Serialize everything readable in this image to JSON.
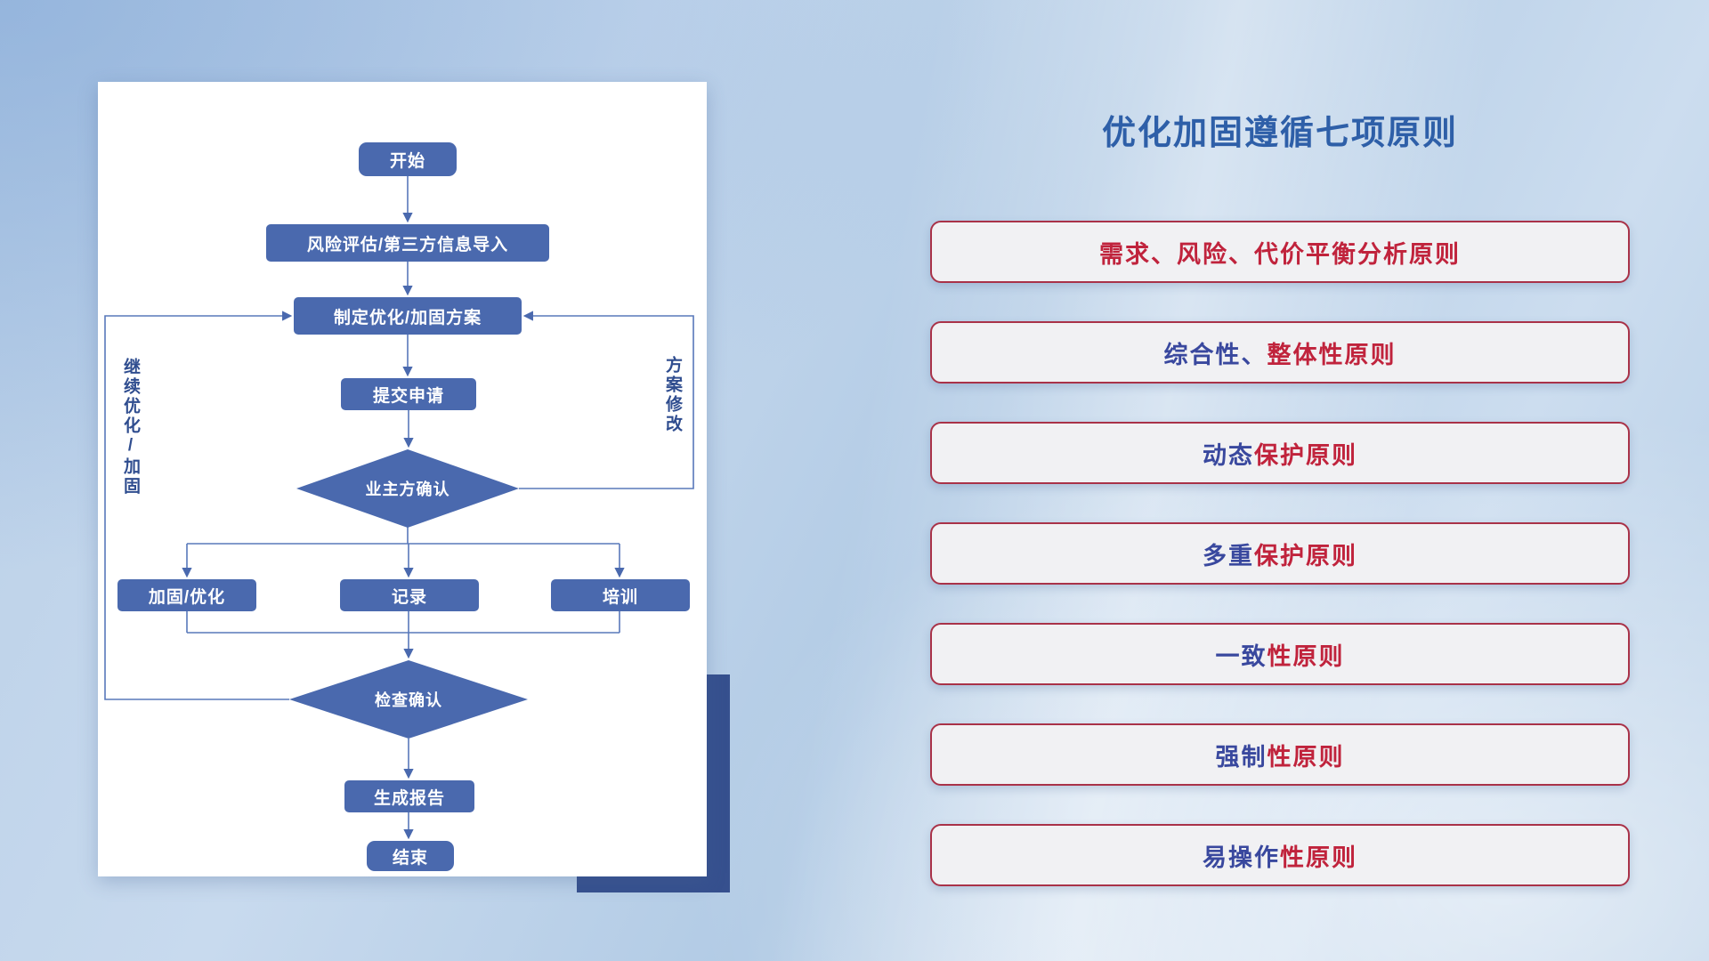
{
  "slide": {
    "title": "优化加固遵循七项原则"
  },
  "flowchart": {
    "nodes": {
      "start": "开始",
      "risk_import": "风险评估/第三方信息导入",
      "make_plan": "制定优化/加固方案",
      "submit": "提交申请",
      "owner_confirm": "业主方确认",
      "harden": "加固/优化",
      "record": "记录",
      "training": "培训",
      "check_confirm": "检查确认",
      "report": "生成报告",
      "end": "结束"
    },
    "labels": {
      "left_loop": "继续优化/加固",
      "right_loop": "方案修改"
    }
  },
  "principles": [
    {
      "lead": "",
      "tail": "需求、风险、代价平衡分析原则"
    },
    {
      "lead": "综合性、",
      "tail": "整体性原则"
    },
    {
      "lead": "动态",
      "tail": "保护原则"
    },
    {
      "lead": "多重",
      "tail": "保护原则"
    },
    {
      "lead": "一致",
      "tail": "性原则"
    },
    {
      "lead": "强制",
      "tail": "性原则"
    },
    {
      "lead": "易操作",
      "tail": "性原则"
    }
  ],
  "colors": {
    "node_blue": "#4a69ae",
    "connector_blue": "#5878ba",
    "title_blue": "#2e5fa8",
    "principle_red": "#c0233c",
    "principle_blue": "#39489e",
    "card_shadow_navy": "#36508e"
  }
}
